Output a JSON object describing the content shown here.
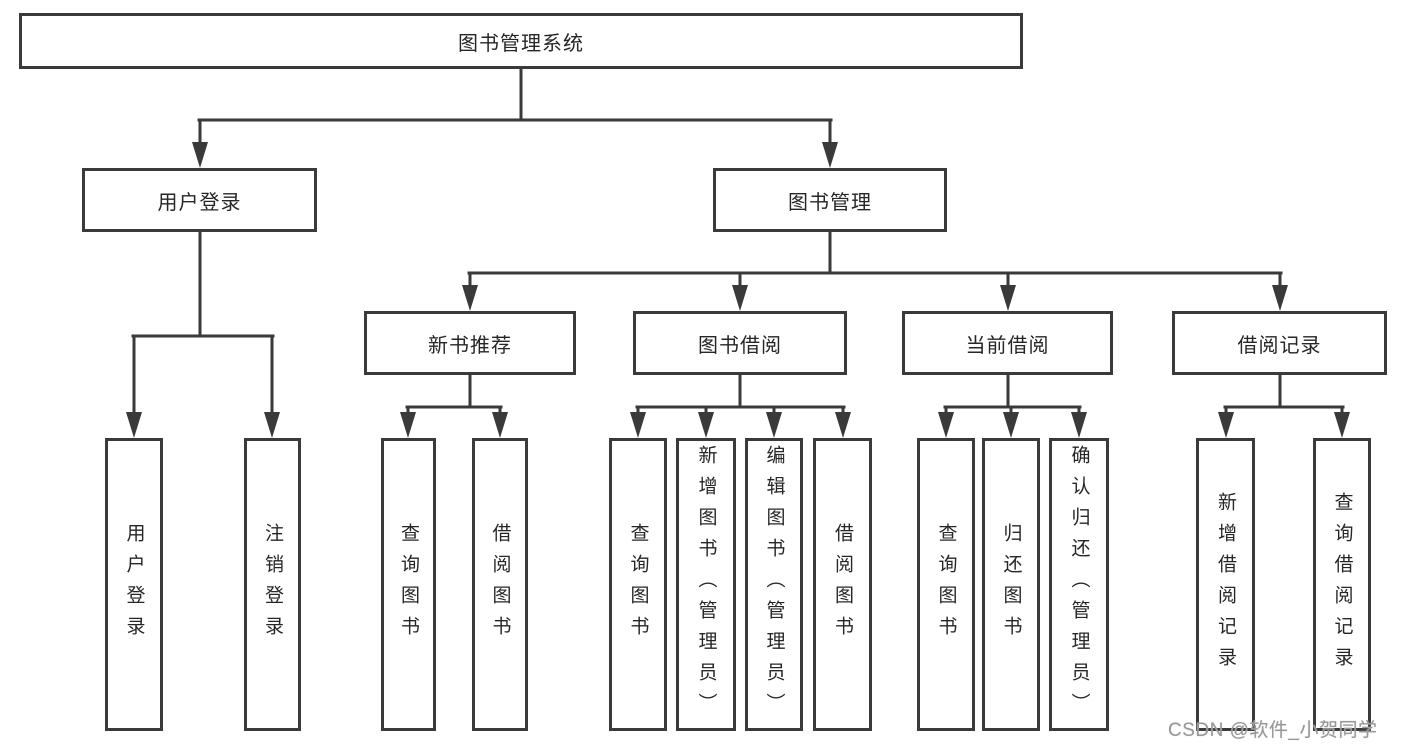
{
  "diagram": {
    "type": "hierarchy-tree",
    "tree": {
      "label": "图书管理系统",
      "children": [
        {
          "label": "用户登录",
          "children": [
            {
              "label": "用户登录"
            },
            {
              "label": "注销登录"
            }
          ]
        },
        {
          "label": "图书管理",
          "children": [
            {
              "label": "新书推荐",
              "children": [
                {
                  "label": "查询图书"
                },
                {
                  "label": "借阅图书"
                }
              ]
            },
            {
              "label": "图书借阅",
              "children": [
                {
                  "label": "查询图书"
                },
                {
                  "label": "新增图书（管理员）"
                },
                {
                  "label": "编辑图书（管理员）"
                },
                {
                  "label": "借阅图书"
                }
              ]
            },
            {
              "label": "当前借阅",
              "children": [
                {
                  "label": "查询图书"
                },
                {
                  "label": "归还图书"
                },
                {
                  "label": "确认归还（管理员）"
                }
              ]
            },
            {
              "label": "借阅记录",
              "children": [
                {
                  "label": "新增借阅记录"
                },
                {
                  "label": "查询借阅记录"
                }
              ]
            }
          ]
        }
      ]
    },
    "colors": {
      "line": "#3a3a3a",
      "box_border": "#3a3a3a",
      "box_fill": "#ffffff",
      "text": "#262626",
      "background": "#ffffff",
      "watermark": "#989898"
    }
  },
  "watermark": {
    "text": "CSDN @软件_小贺同学"
  }
}
